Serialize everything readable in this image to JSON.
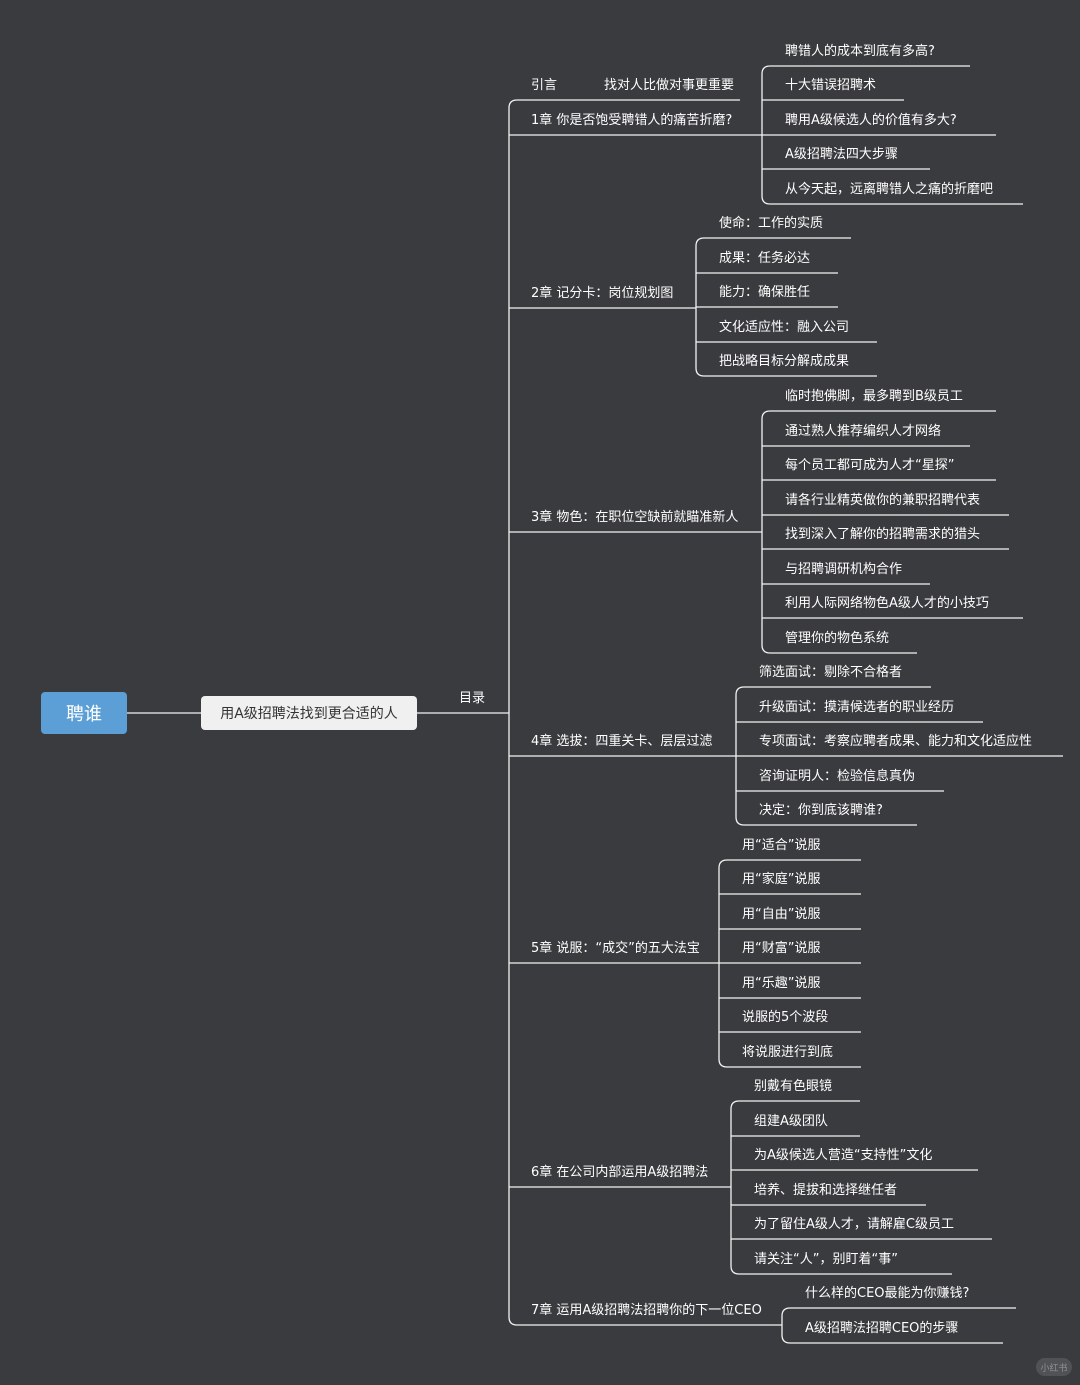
{
  "root": "聘谁",
  "main": "用A级招聘法找到更合适的人",
  "toc": "目录",
  "chapters": [
    {
      "label": "引言",
      "subs": []
    },
    {
      "label": "1章 你是否饱受聘错人的痛苦折磨?",
      "subs": [
        "聘错人的成本到底有多高?",
        "十大错误招聘术",
        "聘用A级候选人的价值有多大?",
        "A级招聘法四大步骤",
        "从今天起，远离聘错人之痛的折磨吧"
      ]
    },
    {
      "label": "2章 记分卡：岗位规划图",
      "subs": [
        "使命：工作的实质",
        "成果：任务必达",
        "能力：确保胜任",
        "文化适应性：融入公司",
        "把战略目标分解成成果"
      ]
    },
    {
      "label": "3章 物色：在职位空缺前就瞄准新人",
      "subs": [
        "临时抱佛脚，最多聘到B级员工",
        "通过熟人推荐编织人才网络",
        "每个员工都可成为人才“星探”",
        "请各行业精英做你的兼职招聘代表",
        "找到深入了解你的招聘需求的猎头",
        "与招聘调研机构合作",
        "利用人际网络物色A级人才的小技巧",
        "管理你的物色系统"
      ]
    },
    {
      "label": "4章 选拔：四重关卡、层层过滤",
      "subs": [
        "筛选面试：剔除不合格者",
        "升级面试：摸清候选者的职业经历",
        "专项面试：考察应聘者成果、能力和文化适应性",
        "咨询证明人：检验信息真伪",
        "决定：你到底该聘谁?"
      ]
    },
    {
      "label": "5章 说服：“成交”的五大法宝",
      "subs": [
        "用“适合”说服",
        "用“家庭”说服",
        "用“自由”说服",
        "用“财富”说服",
        "用“乐趣”说服",
        "说服的5个波段",
        "将说服进行到底"
      ]
    },
    {
      "label": "6章 在公司内部运用A级招聘法",
      "subs": [
        "别戴有色眼镜",
        "组建A级团队",
        "为A级候选人营造“支持性”文化",
        "培养、提拔和选择继任者",
        "为了留住A级人才，请解雇C级员工",
        "请关注“人”，别盯着“事”"
      ]
    },
    {
      "label": "7章 运用A级招聘法招聘你的下一位CEO",
      "subs": [
        "什么样的CEO最能为你赚钱?",
        "A级招聘法招聘CEO的步骤"
      ]
    }
  ],
  "intro_child": "找对人比做对事更重要",
  "watermark": "小红书",
  "colors": {
    "background": "#3a3b3e",
    "root_fill": "#5b9fd6",
    "main_fill": "#f0f0f0",
    "line": "#f2f2f2",
    "text": "#ffffff"
  }
}
